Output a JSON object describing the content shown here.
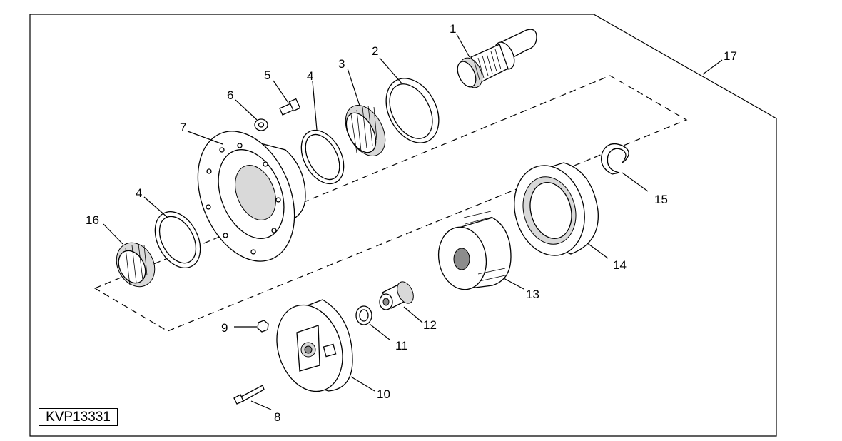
{
  "figure_id": "KVP13331",
  "callouts": {
    "c1": "1",
    "c2": "2",
    "c3": "3",
    "c4a": "4",
    "c4b": "4",
    "c5": "5",
    "c6": "6",
    "c7": "7",
    "c8": "8",
    "c9": "9",
    "c10": "10",
    "c11": "11",
    "c12": "12",
    "c13": "13",
    "c14": "14",
    "c15": "15",
    "c16": "16",
    "c17": "17"
  }
}
